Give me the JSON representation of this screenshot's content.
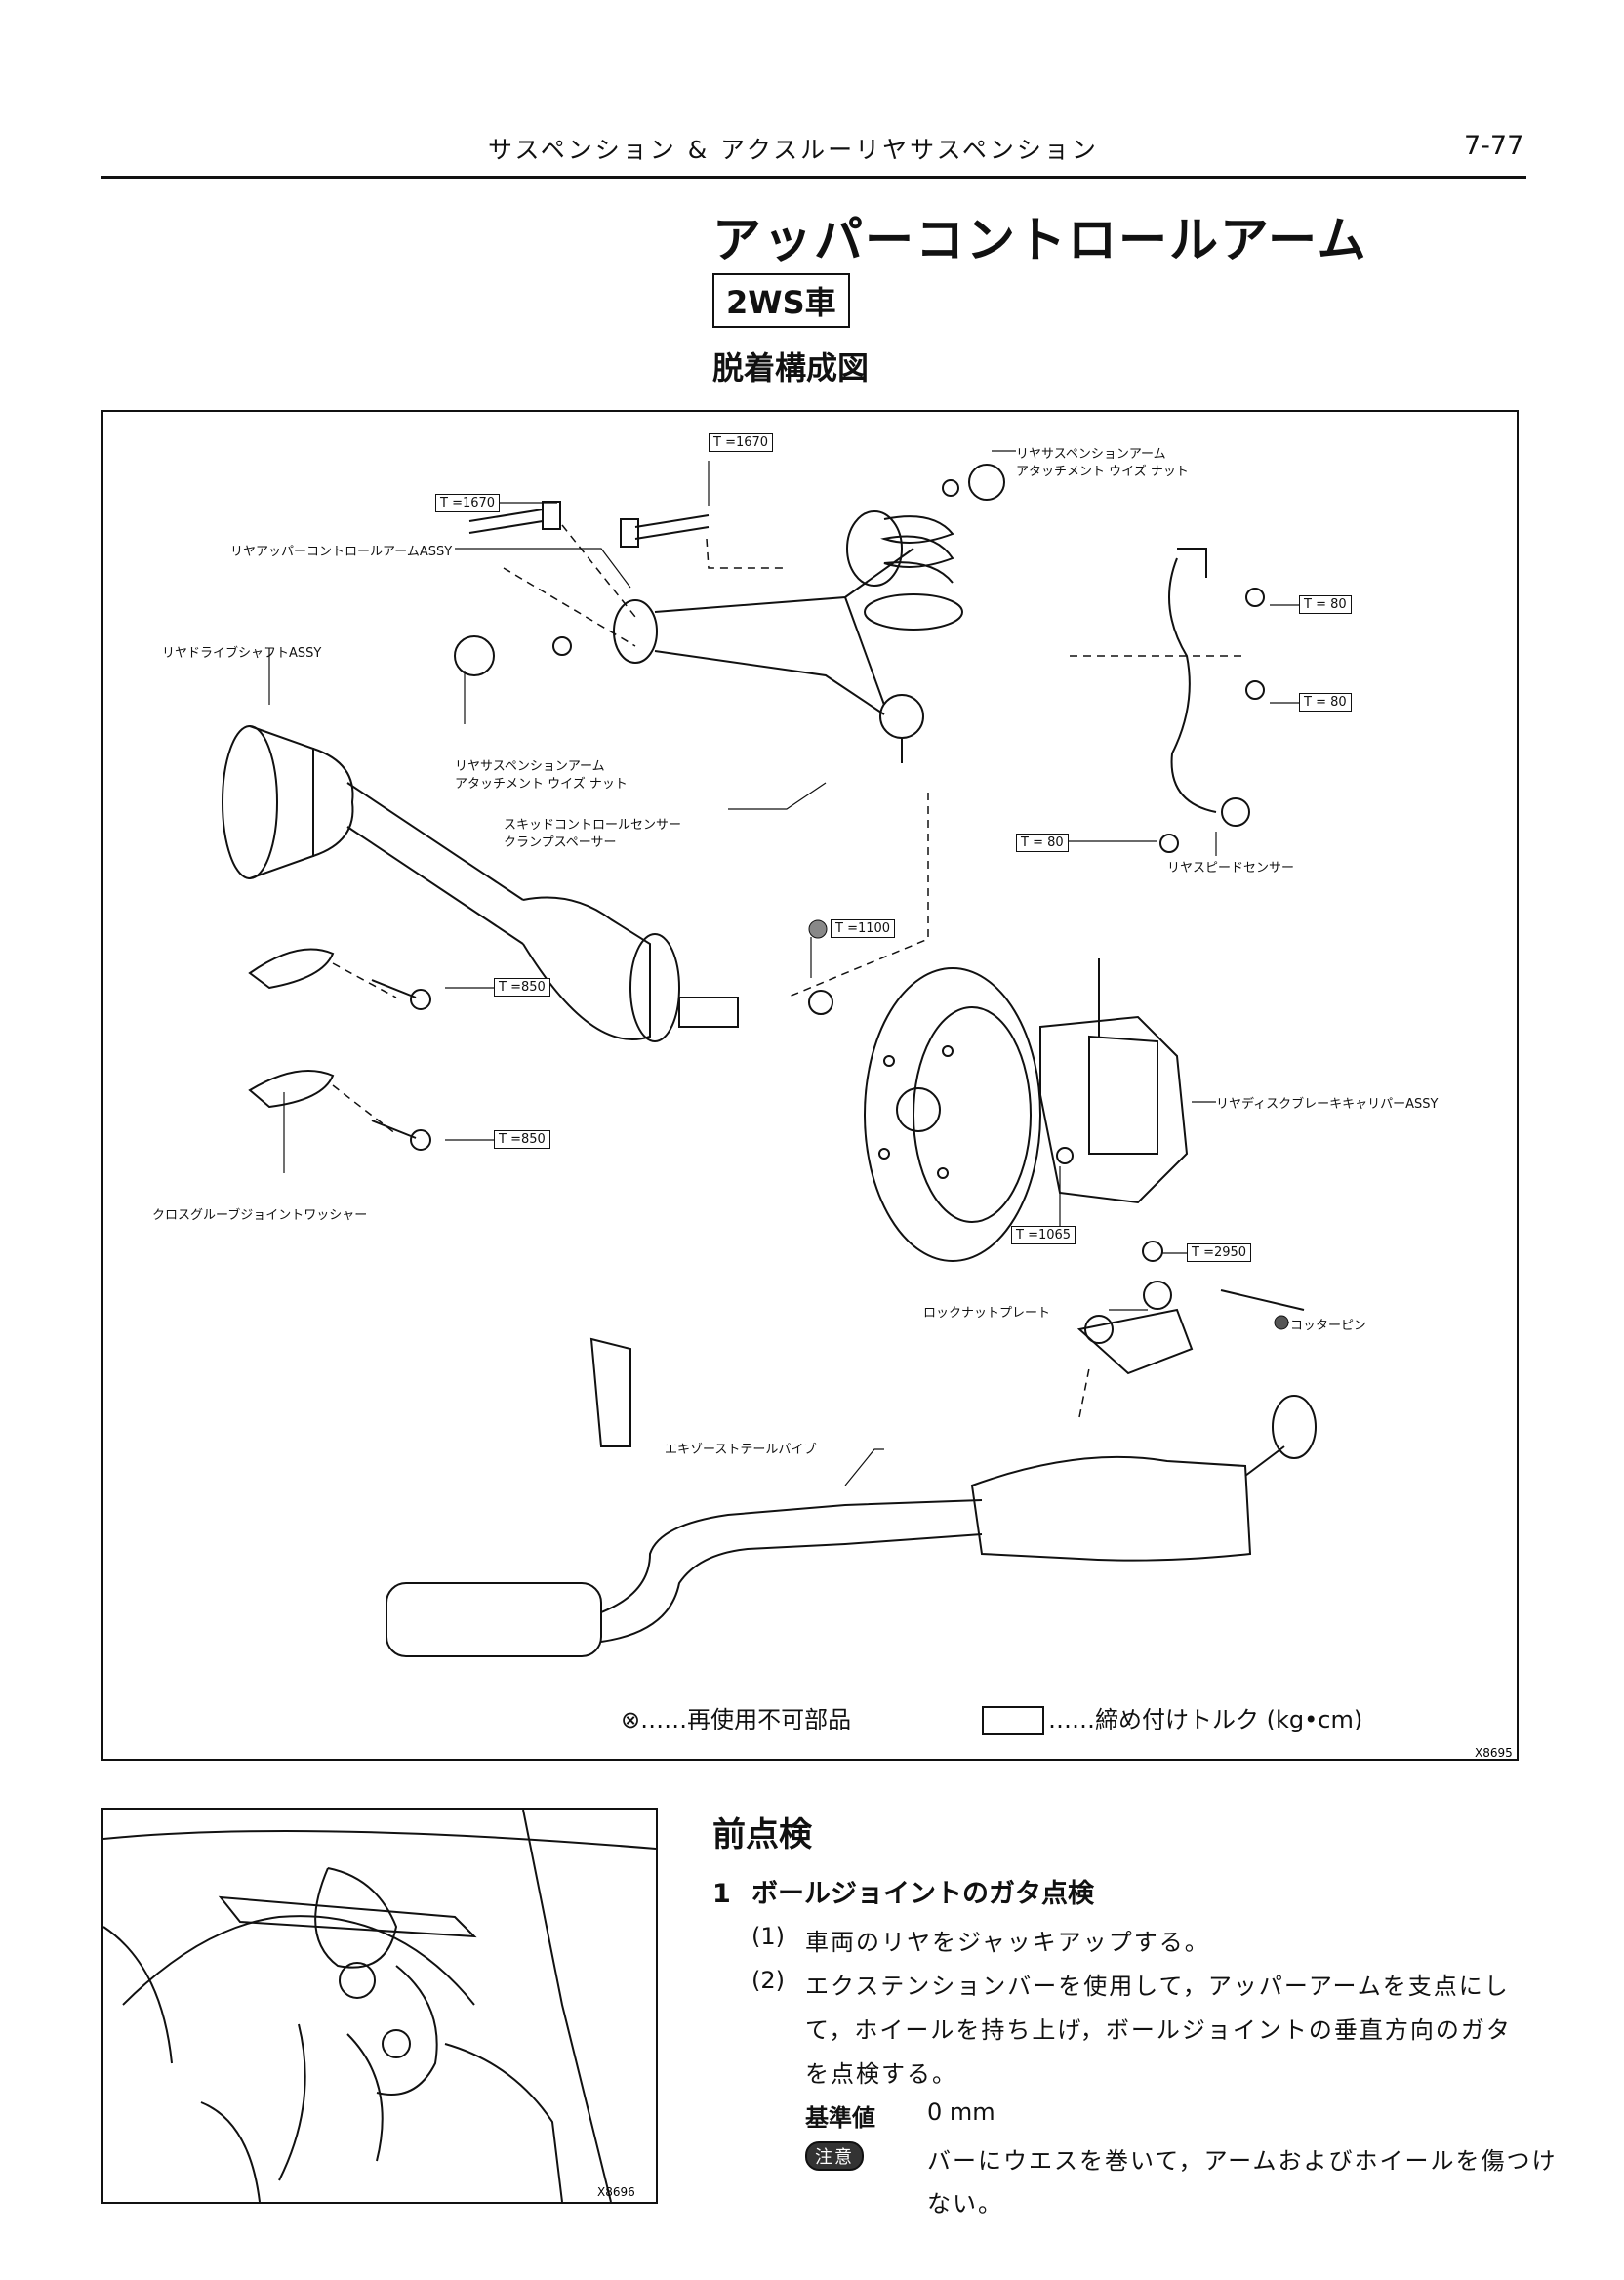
{
  "header": {
    "section": "サスペンション & アクスルーリヤサスペンション",
    "page_no": "7-77"
  },
  "title": "アッパーコントロールアーム",
  "badge": "2WS車",
  "subtitle": "脱着構成図",
  "figure": {
    "labels": {
      "rear_upper_arm": "リヤアッパーコントロールアームASSY",
      "rear_driveshaft": "リヤドライブシャフトASSY",
      "attach_nut_top_1": "リヤサスペンションアーム",
      "attach_nut_top_2": "アタッチメント ウイズ ナット",
      "attach_nut_mid_1": "リヤサスペンションアーム",
      "attach_nut_mid_2": "アタッチメント ウイズ ナット",
      "skid_spacer_1": "スキッドコントロールセンサー",
      "skid_spacer_2": "クランプスペーサー",
      "speed_sensor": "リヤスピードセンサー",
      "brake_caliper": "リヤディスクブレーキキャリパーASSY",
      "cross_groove": "クロスグルーブジョイントワッシャー",
      "lock_nut_plate": "ロックナットプレート",
      "cotter_pin": "コッターピン",
      "exhaust_pipe": "エキゾーストテールパイプ"
    },
    "torques": {
      "t1": "T =1670",
      "t2": "T =1670",
      "t3": "T = 80",
      "t4": "T = 80",
      "t5": "T = 80",
      "t6": "T =1100",
      "t7": "T =850",
      "t8": "T =850",
      "t9": "T =1065",
      "t10": "T =2950"
    },
    "legend_nonreuse": "⊗……再使用不可部品",
    "legend_torque": "……締め付けトルク (kg•cm)",
    "code": "X8695"
  },
  "photo_code": "X8696",
  "inspection": {
    "heading": "前点検",
    "step_no": "1",
    "step_title": "ボールジョイントのガタ点検",
    "items": [
      {
        "num": "(1)",
        "text": "車両のリヤをジャッキアップする。"
      },
      {
        "num": "(2)",
        "text_lines": [
          "エクステンションバーを使用して，アッパーアームを支点にし",
          "て，ホイールを持ち上げ，ボールジョイントの垂直方向のガタ",
          "を点検する。"
        ]
      }
    ],
    "spec_label": "基準値",
    "spec_value": "0 mm",
    "note_badge": "注意",
    "note_lines": [
      "バーにウエスを巻いて，アームおよびホイールを傷つけ",
      "ない。"
    ]
  }
}
